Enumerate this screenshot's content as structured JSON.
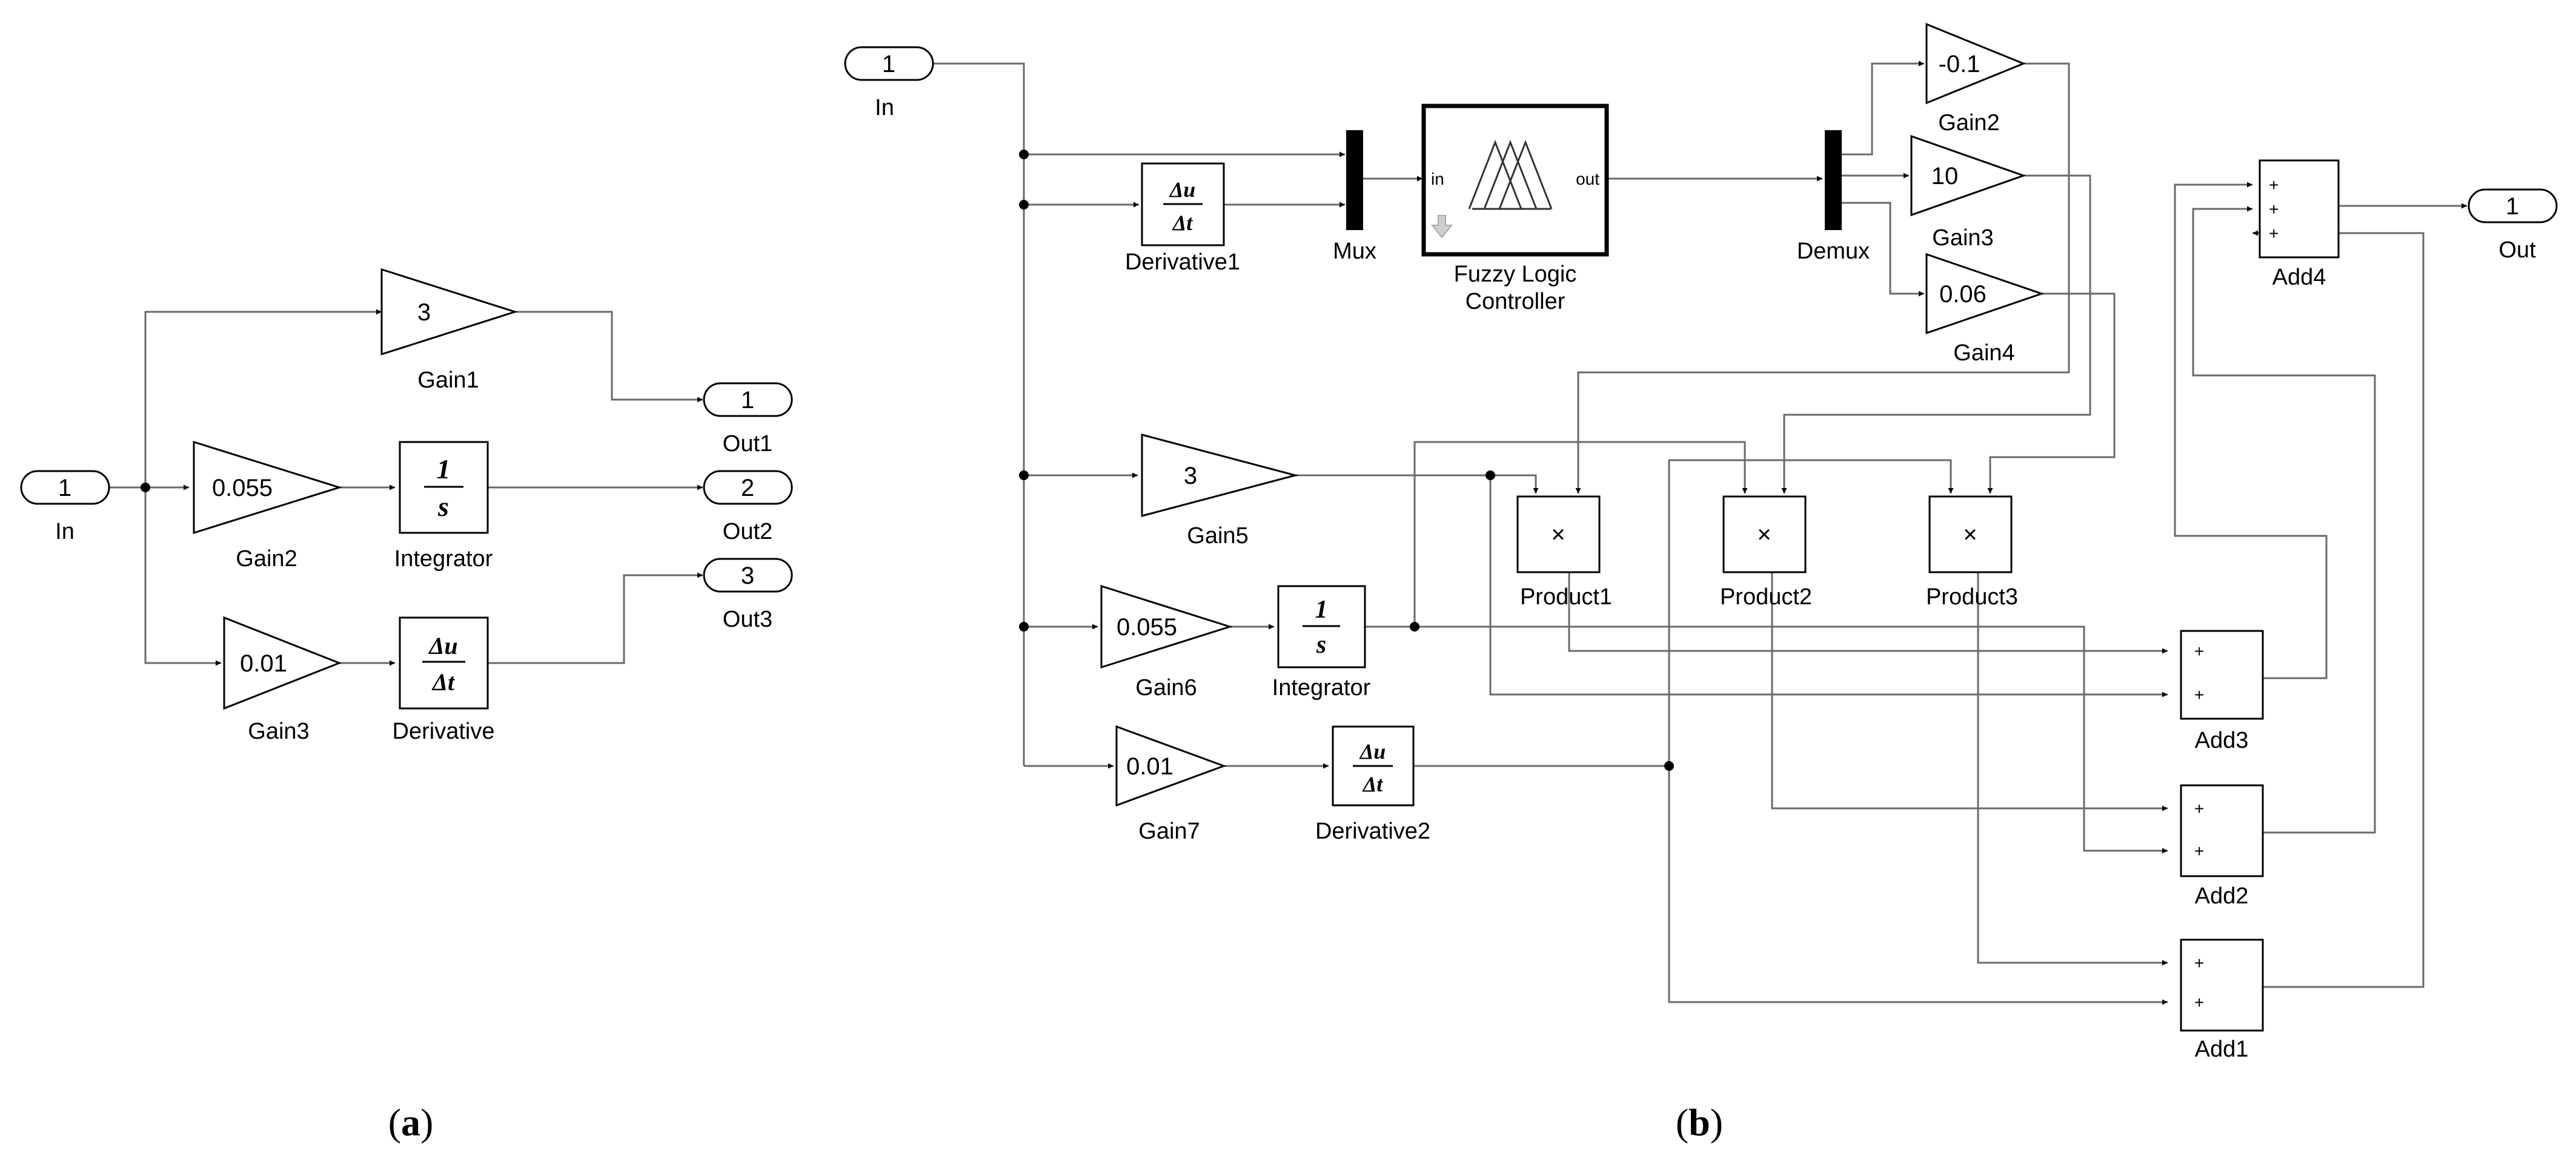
{
  "panel_a": {
    "caption": "(a)",
    "caption_letter": "a",
    "in": {
      "num": "1",
      "name": "In"
    },
    "gain1": {
      "value": "3",
      "name": "Gain1"
    },
    "gain2": {
      "value": "0.055",
      "name": "Gain2"
    },
    "gain3": {
      "value": "0.01",
      "name": "Gain3"
    },
    "integrator": {
      "num": "1",
      "den": "s",
      "name": "Integrator"
    },
    "derivative": {
      "num": "Δu",
      "den": "Δt",
      "name": "Derivative"
    },
    "out1": {
      "num": "1",
      "name": "Out1"
    },
    "out2": {
      "num": "2",
      "name": "Out2"
    },
    "out3": {
      "num": "3",
      "name": "Out3"
    }
  },
  "panel_b": {
    "caption": "(b)",
    "caption_letter": "b",
    "in": {
      "num": "1",
      "name": "In"
    },
    "derivative1": {
      "num": "Δu",
      "den": "Δt",
      "name": "Derivative1"
    },
    "mux": {
      "name": "Mux"
    },
    "flc": {
      "line1": "Fuzzy Logic",
      "line2": "Controller",
      "in_port": "in",
      "out_port": "out"
    },
    "demux": {
      "name": "Demux"
    },
    "gain2": {
      "value": "-0.1",
      "name": "Gain2"
    },
    "gain3": {
      "value": "10",
      "name": "Gain3"
    },
    "gain4": {
      "value": "0.06",
      "name": "Gain4"
    },
    "gain5": {
      "value": "3",
      "name": "Gain5"
    },
    "gain6": {
      "value": "0.055",
      "name": "Gain6"
    },
    "gain7": {
      "value": "0.01",
      "name": "Gain7"
    },
    "integrator": {
      "num": "1",
      "den": "s",
      "name": "Integrator"
    },
    "derivative2": {
      "num": "Δu",
      "den": "Δt",
      "name": "Derivative2"
    },
    "product1": {
      "symbol": "×",
      "name": "Product1"
    },
    "product2": {
      "symbol": "×",
      "name": "Product2"
    },
    "product3": {
      "symbol": "×",
      "name": "Product3"
    },
    "add1": {
      "name": "Add1",
      "sign": "+"
    },
    "add2": {
      "name": "Add2",
      "sign": "+"
    },
    "add3": {
      "name": "Add3",
      "sign": "+"
    },
    "add4": {
      "name": "Add4",
      "sign": "+"
    },
    "out": {
      "num": "1",
      "name": "Out"
    }
  }
}
